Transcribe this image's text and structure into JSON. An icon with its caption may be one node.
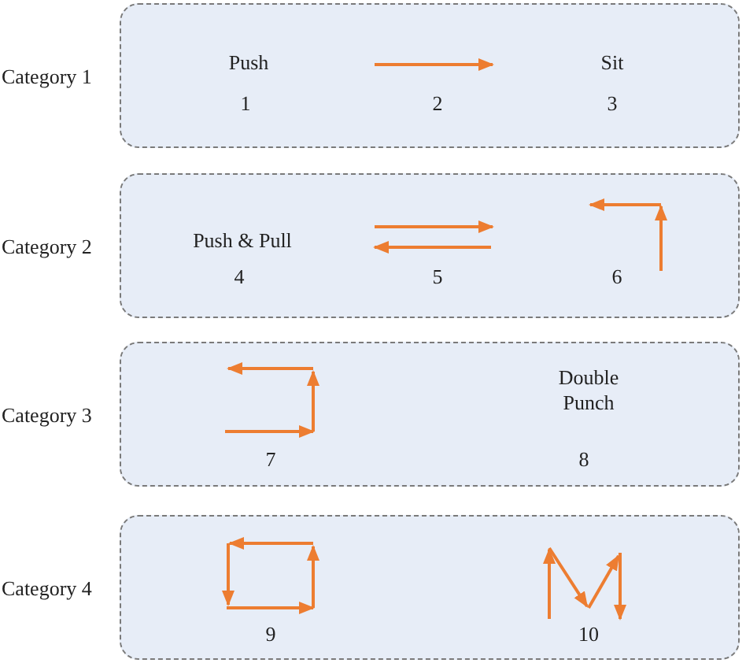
{
  "diagram": {
    "nodes": [
      {
        "text": [
          "Category 1"
        ]
      },
      {
        "text": [
          "Category 2"
        ]
      },
      {
        "text": [
          "Category 3"
        ]
      },
      {
        "text": [
          "Category 4"
        ]
      }
    ],
    "labels": [
      "Push",
      "Sit",
      "1",
      "2",
      "3",
      "Push & Pull",
      "4",
      "5",
      "6",
      "Double Punch",
      "7",
      "8",
      "9",
      "10"
    ]
  }
}
